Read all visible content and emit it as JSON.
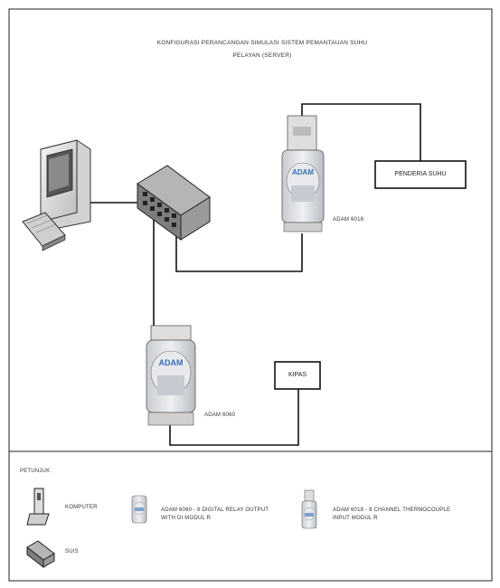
{
  "diagram": {
    "title_line1": "KONFIGURASI PERANCANGAN SIMULASI SISTEM PEMANTAUAN SUHU",
    "title_line2": "PELAYAN (SERVER)",
    "nodes": {
      "computer_icon": "computer-icon",
      "switch_icon": "network-switch-icon",
      "adam_module_top": {
        "icon": "adam-module-icon",
        "label": "ADAM 6018"
      },
      "adam_module_bottom": {
        "icon": "adam-module-icon",
        "label": "ADAM 6060"
      },
      "temperature_sensor": {
        "label": "PENDERIA SUHU"
      },
      "relay_box": {
        "label": "KIPAS"
      }
    },
    "colors": {
      "line": "#111111",
      "device": "#d9d9d9",
      "adam_blue": "#3a6fb5"
    }
  },
  "legend": {
    "heading": "PETUNJUK",
    "items": [
      {
        "icon": "computer-icon",
        "label": "KOMPUTER"
      },
      {
        "icon": "network-switch-icon",
        "label": "SUIS"
      },
      {
        "icon": "adam-module-icon",
        "label": "ADAM 6060 - 6 DIGITAL RELAY OUTPUT WITH DI MODUL R"
      },
      {
        "icon": "adam-module-icon",
        "label": "ADAM 6018 - 8 CHANNEL THERMOCOUPLE INPUT MODUL R"
      }
    ]
  }
}
